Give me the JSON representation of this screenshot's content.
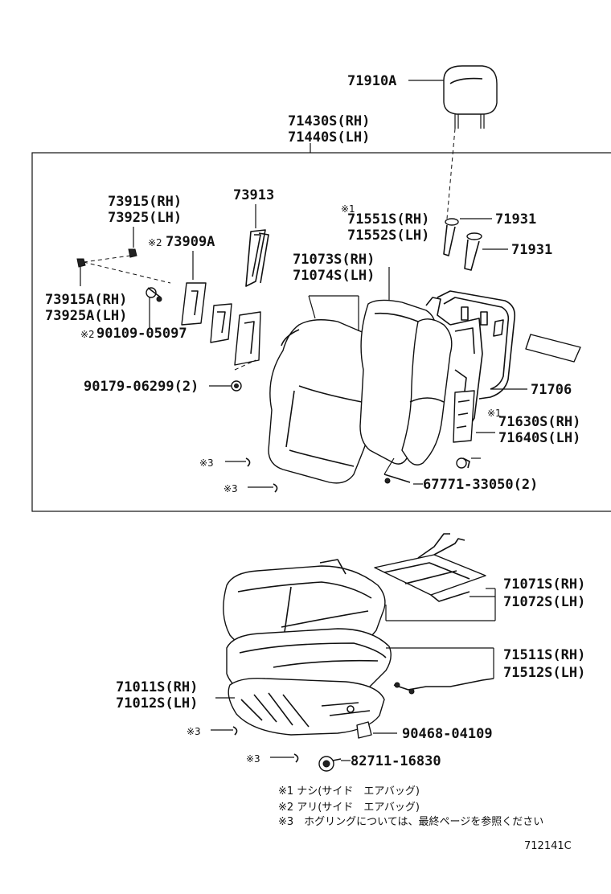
{
  "labels": {
    "headrest": "71910A",
    "seatback_assy_rh": "71430S(RH)",
    "seatback_assy_lh": "71440S(LH)",
    "cover_clip_rh": "73915(RH)",
    "cover_clip_lh": "73925(LH)",
    "guide": "73913",
    "bracket_marked": "73909A",
    "bolt_rh": "73915A(RH)",
    "bolt_lh": "73925A(LH)",
    "nut_marked": "90109-05097",
    "bolt_qty": "90179-06299(2)",
    "back_cover_rh": "71073S(RH)",
    "back_cover_lh": "71074S(LH)",
    "back_pad_rh": "71551S(RH)",
    "back_pad_lh": "71552S(LH)",
    "support_1": "71931",
    "support_2": "71931",
    "frame": "71706",
    "frame_sub_rh": "71630S(RH)",
    "frame_sub_lh": "71640S(LH)",
    "screw_qty": "67771-33050(2)",
    "cushion_frame_rh": "71071S(RH)",
    "cushion_frame_lh": "71072S(LH)",
    "cushion_pad_rh": "71511S(RH)",
    "cushion_pad_lh": "71512S(LH)",
    "cushion_cover_rh": "71011S(RH)",
    "cushion_cover_lh": "71012S(LH)",
    "clip": "90468-04109",
    "ring": "82711-16830"
  },
  "marks": {
    "m1": "※1",
    "m2": "※2",
    "m3": "※3"
  },
  "notes": [
    "※1 ナシ(サイド　エアバッグ)",
    "※2 アリ(サイド　エアバッグ)",
    "※3　ホグリングについては、最終ページを参照ください"
  ],
  "figure_code": "712141C"
}
